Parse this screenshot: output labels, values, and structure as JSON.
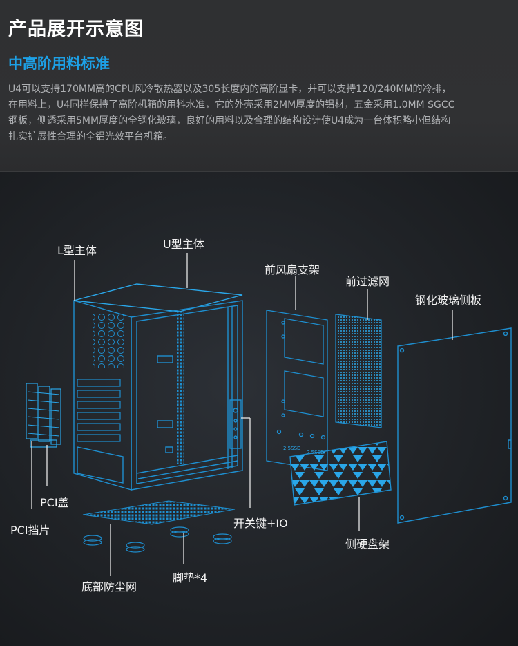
{
  "header": {
    "title": "产品展开示意图",
    "subtitle": "中高阶用料标准",
    "description_lines": [
      "U4可以支持170MM高的CPU风冷散热器以及305长度内的高阶显卡，并可以支持120/240MM的冷排，",
      "在用料上，U4同样保持了高阶机箱的用料水准，它的外壳采用2MM厚度的铝材，五金采用1.0MM SGCC",
      "钢板，侧透采用5MM厚度的全钢化玻璃，良好的用料以及合理的结构设计使U4成为一台体积略小但结构",
      "扎实扩展性合理的全铝光效平台机箱。"
    ]
  },
  "diagram": {
    "labels": {
      "l_body": "L型主体",
      "u_body": "U型主体",
      "front_fan_bracket": "前风扇支架",
      "front_filter": "前过滤网",
      "glass_side_panel": "钢化玻璃侧板",
      "pci_cover": "PCI盖",
      "pci_bracket": "PCI挡片",
      "power_switch_io": "开关键+IO",
      "side_drive_cage": "侧硬盘架",
      "feet": "脚垫*4",
      "bottom_dust_filter": "底部防尘网"
    },
    "colors": {
      "line": "#1e8fd0",
      "line_bright": "#2aa6e8",
      "leader": "#e8e8e8",
      "accent": "#1da0e6"
    }
  }
}
